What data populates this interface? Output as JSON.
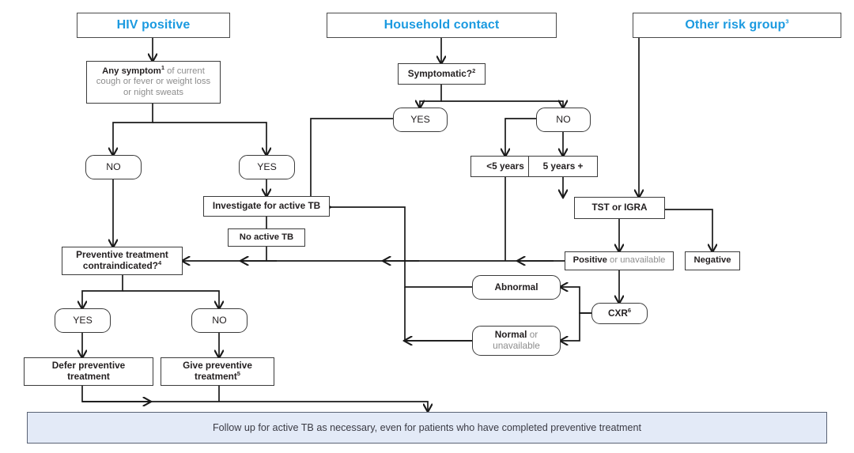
{
  "diagram": {
    "title": "TB preventive treatment algorithm",
    "accent_color": "#1b9ae0",
    "banner_fill": "#e3eaf7",
    "border_color": "#3b3b3b"
  },
  "headers": [
    {
      "id": "hiv",
      "label": "HIV positive"
    },
    {
      "id": "household",
      "label": "Household contact"
    },
    {
      "id": "other",
      "label": "Other risk group",
      "sup": "3"
    }
  ],
  "nodes": {
    "any_symptom": {
      "line1_bold": "Any symptom",
      "line1_sup": "1",
      "line1_rest": " of current",
      "line2": "cough or fever or weight loss",
      "line3": "or night sweats"
    },
    "hiv_no": {
      "label": "NO"
    },
    "hiv_yes": {
      "label": "YES"
    },
    "symptomatic": {
      "label": "Symptomatic?",
      "sup": "2"
    },
    "hh_yes": {
      "label": "YES"
    },
    "hh_no": {
      "label": "NO"
    },
    "under5": {
      "label": "<5 years"
    },
    "over5": {
      "label": "5 years +"
    },
    "tst_igra": {
      "label": "TST or IGRA"
    },
    "positive": {
      "bold": "Positive",
      "rest": " or unavailable"
    },
    "negative": {
      "label": "Negative"
    },
    "investigate": {
      "label": "Investigate for active TB"
    },
    "no_active_tb": {
      "label": "No active TB"
    },
    "contraindicated": {
      "line1": "Preventive treatment",
      "line2": "contraindicated?",
      "sup": "4"
    },
    "ct_yes": {
      "label": "YES"
    },
    "ct_no": {
      "label": "NO"
    },
    "defer": {
      "line1": "Defer preventive",
      "line2": "treatment"
    },
    "give": {
      "line1": "Give preventive",
      "line2": "treatment",
      "sup": "5"
    },
    "cxr": {
      "label": "CXR",
      "sup": "6"
    },
    "abnormal": {
      "label": "Abnormal"
    },
    "normal": {
      "bold": "Normal",
      "rest": " or",
      "line2": "unavailable"
    }
  },
  "banner": {
    "text": "Follow up for active TB as necessary, even for patients who have completed preventive treatment"
  }
}
